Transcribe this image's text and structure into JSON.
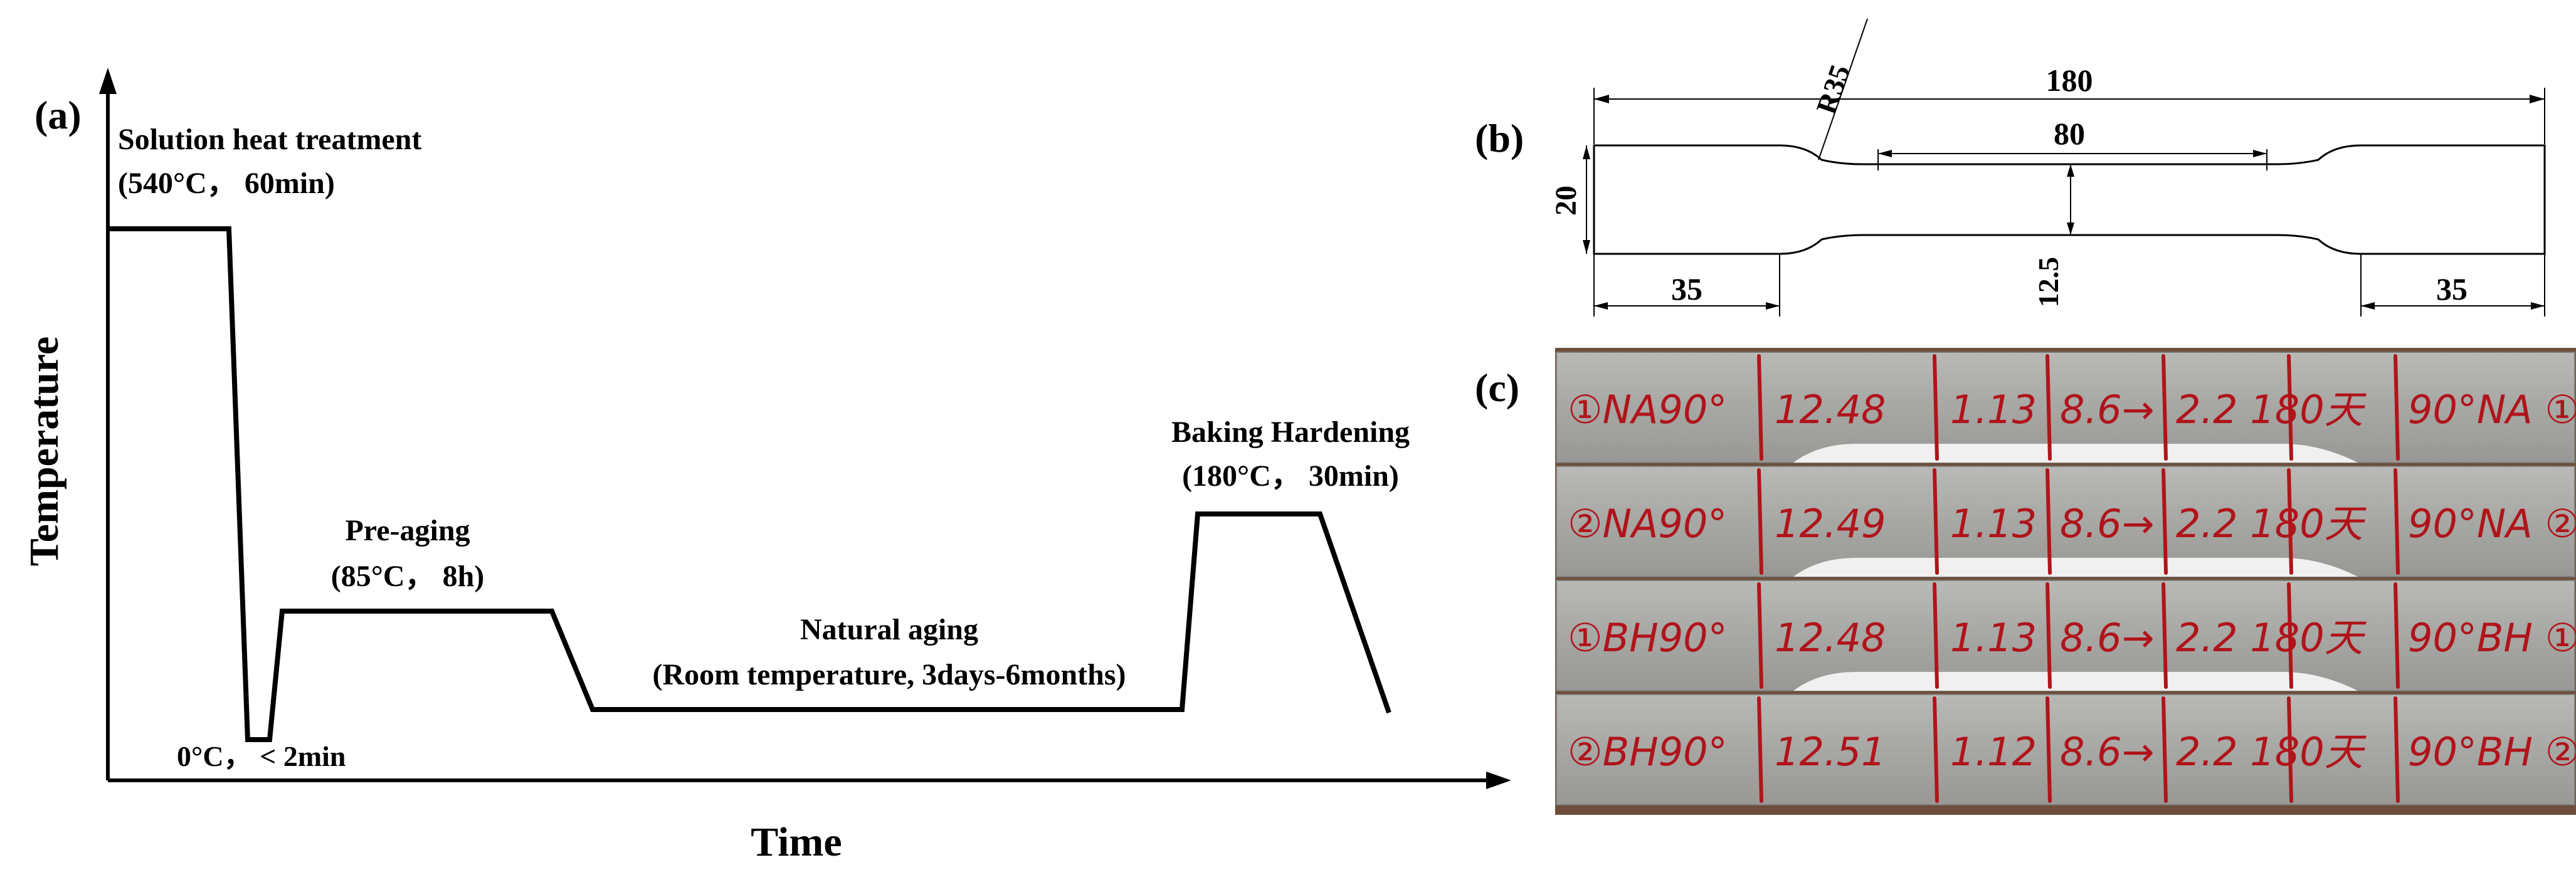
{
  "panel_a": {
    "label": "(a)",
    "y_axis_label": "Temperature",
    "x_axis_label": "Time",
    "steps": {
      "solution": {
        "title": "Solution heat treatment",
        "params": "(540°C， 60min)"
      },
      "quench": {
        "params": "0°C， < 2min"
      },
      "preaging": {
        "title": "Pre-aging",
        "params": "(85°C， 8h)"
      },
      "natural": {
        "title": "Natural aging",
        "params": "(Room temperature, 3days-6months)"
      },
      "baking": {
        "title": "Baking Hardening",
        "params": "(180°C， 30min)"
      }
    }
  },
  "panel_b": {
    "label": "(b)",
    "dims": {
      "overall_length": "180",
      "gauge_length": "80",
      "grip_width": "20",
      "gauge_width": "12.5",
      "grip_left": "35",
      "grip_right": "35",
      "radius": "R35"
    }
  },
  "panel_c": {
    "label": "(c)",
    "specimens": [
      {
        "left": "①NA90°",
        "s1": "12.48",
        "s2": "1.13",
        "s3": "8.6→",
        "s4": "2.2 180天",
        "right": "90°NA ①"
      },
      {
        "left": "②NA90°",
        "s1": "12.49",
        "s2": "1.13",
        "s3": "8.6→",
        "s4": "2.2 180天",
        "right": "90°NA ②"
      },
      {
        "left": "①BH90°",
        "s1": "12.48",
        "s2": "1.13",
        "s3": "8.6→",
        "s4": "2.2 180天",
        "right": "90°BH ①"
      },
      {
        "left": "②BH90°",
        "s1": "12.51",
        "s2": "1.12",
        "s3": "8.6→",
        "s4": "2.2 180天",
        "right": "90°BH ②"
      }
    ]
  },
  "colors": {
    "ink": "#000000",
    "marker": "#b0141a",
    "metal": "#a9a9a6",
    "board": "#6e4d3a"
  }
}
